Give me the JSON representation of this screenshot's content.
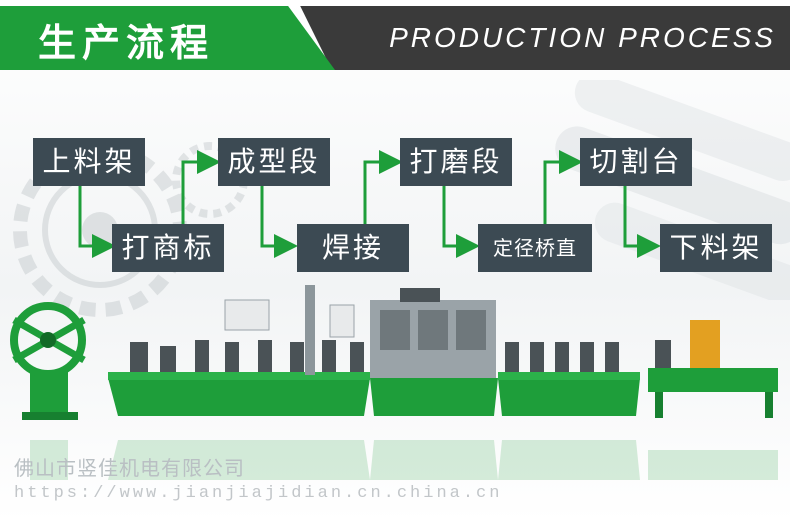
{
  "header": {
    "title": "生产流程",
    "subtitle": "PRODUCTION PROCESS"
  },
  "steps": [
    {
      "label": "上料架"
    },
    {
      "label": "打商标"
    },
    {
      "label": "成型段"
    },
    {
      "label": "焊接"
    },
    {
      "label": "打磨段"
    },
    {
      "label": "定径桥直"
    },
    {
      "label": "切割台"
    },
    {
      "label": "下料架"
    }
  ],
  "watermark": {
    "company": "佛山市竖佳机电有限公司",
    "url": "https://www.jianjiajidian.cn.china.cn"
  },
  "colors": {
    "accent_green": "#1e9e3a",
    "header_dark": "#3a3a3a",
    "step_box": "#3c4a53",
    "connector": "#1e9e3a"
  }
}
